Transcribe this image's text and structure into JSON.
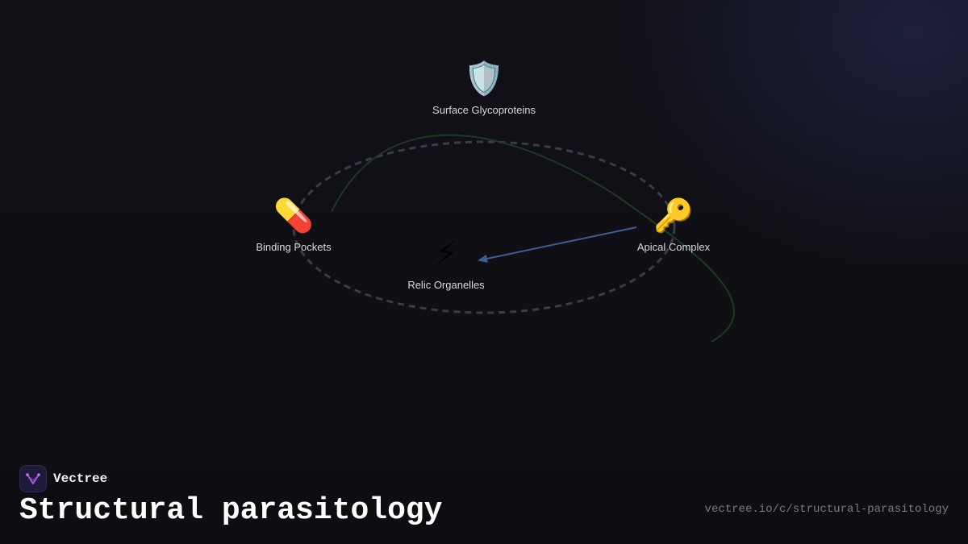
{
  "diagram": {
    "nodes": [
      {
        "id": "surface",
        "label": "Surface Glycoproteins",
        "icon": "🛡️",
        "icon_name": "shield-icon"
      },
      {
        "id": "binding",
        "label": "Binding Pockets",
        "icon": "💊",
        "icon_name": "pill-icon"
      },
      {
        "id": "relic",
        "label": "Relic Organelles",
        "icon": "⚡",
        "icon_name": "lightning-icon"
      },
      {
        "id": "apical",
        "label": "Apical Complex",
        "icon": "🔑",
        "icon_name": "key-icon"
      }
    ],
    "edges": [
      {
        "from": "apical",
        "to": "relic",
        "style": "arrow",
        "color": "#3a5f95"
      }
    ],
    "colors": {
      "ring": "#3a3d45",
      "curve": "#1d3a22",
      "arrow": "#3a5f95"
    }
  },
  "footer": {
    "brand_name": "Vectree",
    "title": "Structural parasitology",
    "url": "vectree.io/c/structural-parasitology"
  }
}
